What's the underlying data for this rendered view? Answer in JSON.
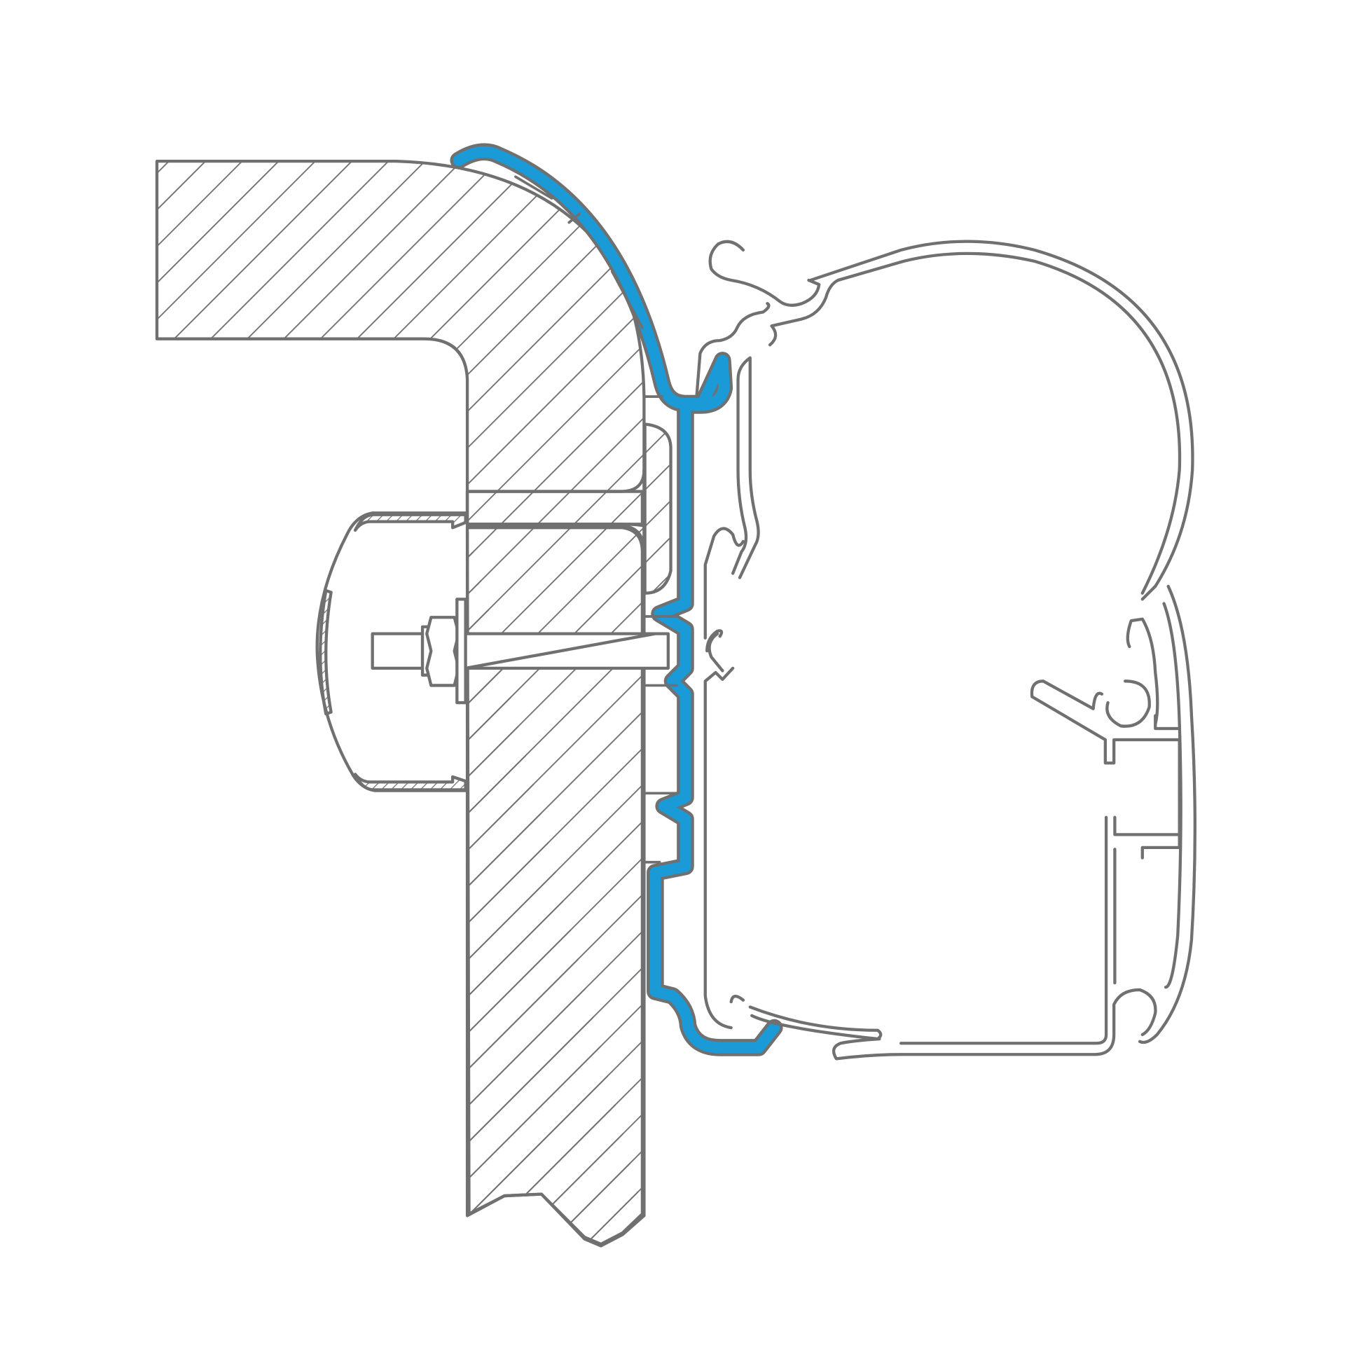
{
  "diagram": {
    "subject": "",
    "colors": {
      "outline": "#707070",
      "highlight": "#1a9ad6",
      "background": "#ffffff"
    },
    "parts": [
      "roof-wall-section",
      "adapter-profile-highlighted",
      "awning-cassette-profile",
      "bolt-and-nut",
      "cover-cap",
      "insert-block"
    ]
  }
}
